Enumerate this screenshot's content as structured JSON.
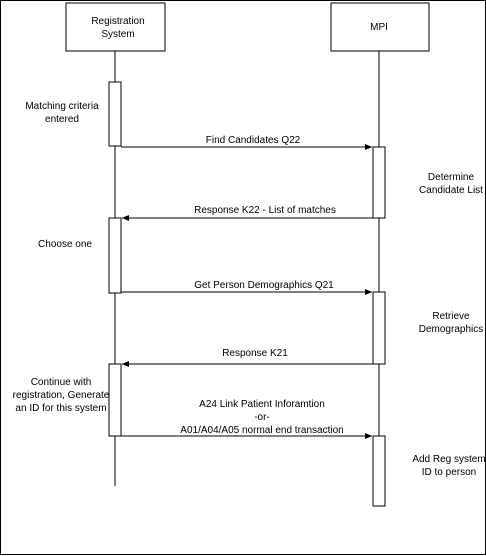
{
  "participants": {
    "registration": [
      "Registration",
      "System"
    ],
    "mpi": "MPI"
  },
  "notes": {
    "matching": [
      "Matching criteria",
      "entered"
    ],
    "determine": [
      "Determine",
      "Candidate List"
    ],
    "choose": "Choose one",
    "retrieve": [
      "Retrieve",
      "Demographics"
    ],
    "continue": [
      "Continue with",
      "registration, Generate",
      "an ID for this system"
    ],
    "add": [
      "Add Reg system",
      "ID to person"
    ]
  },
  "messages": {
    "find": "Find Candidates Q22",
    "response_k22": "Response K22 - List of matches",
    "get_demo": "Get Person Demographics Q21",
    "response_k21": "Response K21",
    "a24": [
      "A24 Link Patient Inforamtion",
      "-or-",
      "A01/A04/A05 normal end transaction"
    ]
  },
  "colors": {
    "line": "#000000",
    "fill": "#ffffff"
  }
}
